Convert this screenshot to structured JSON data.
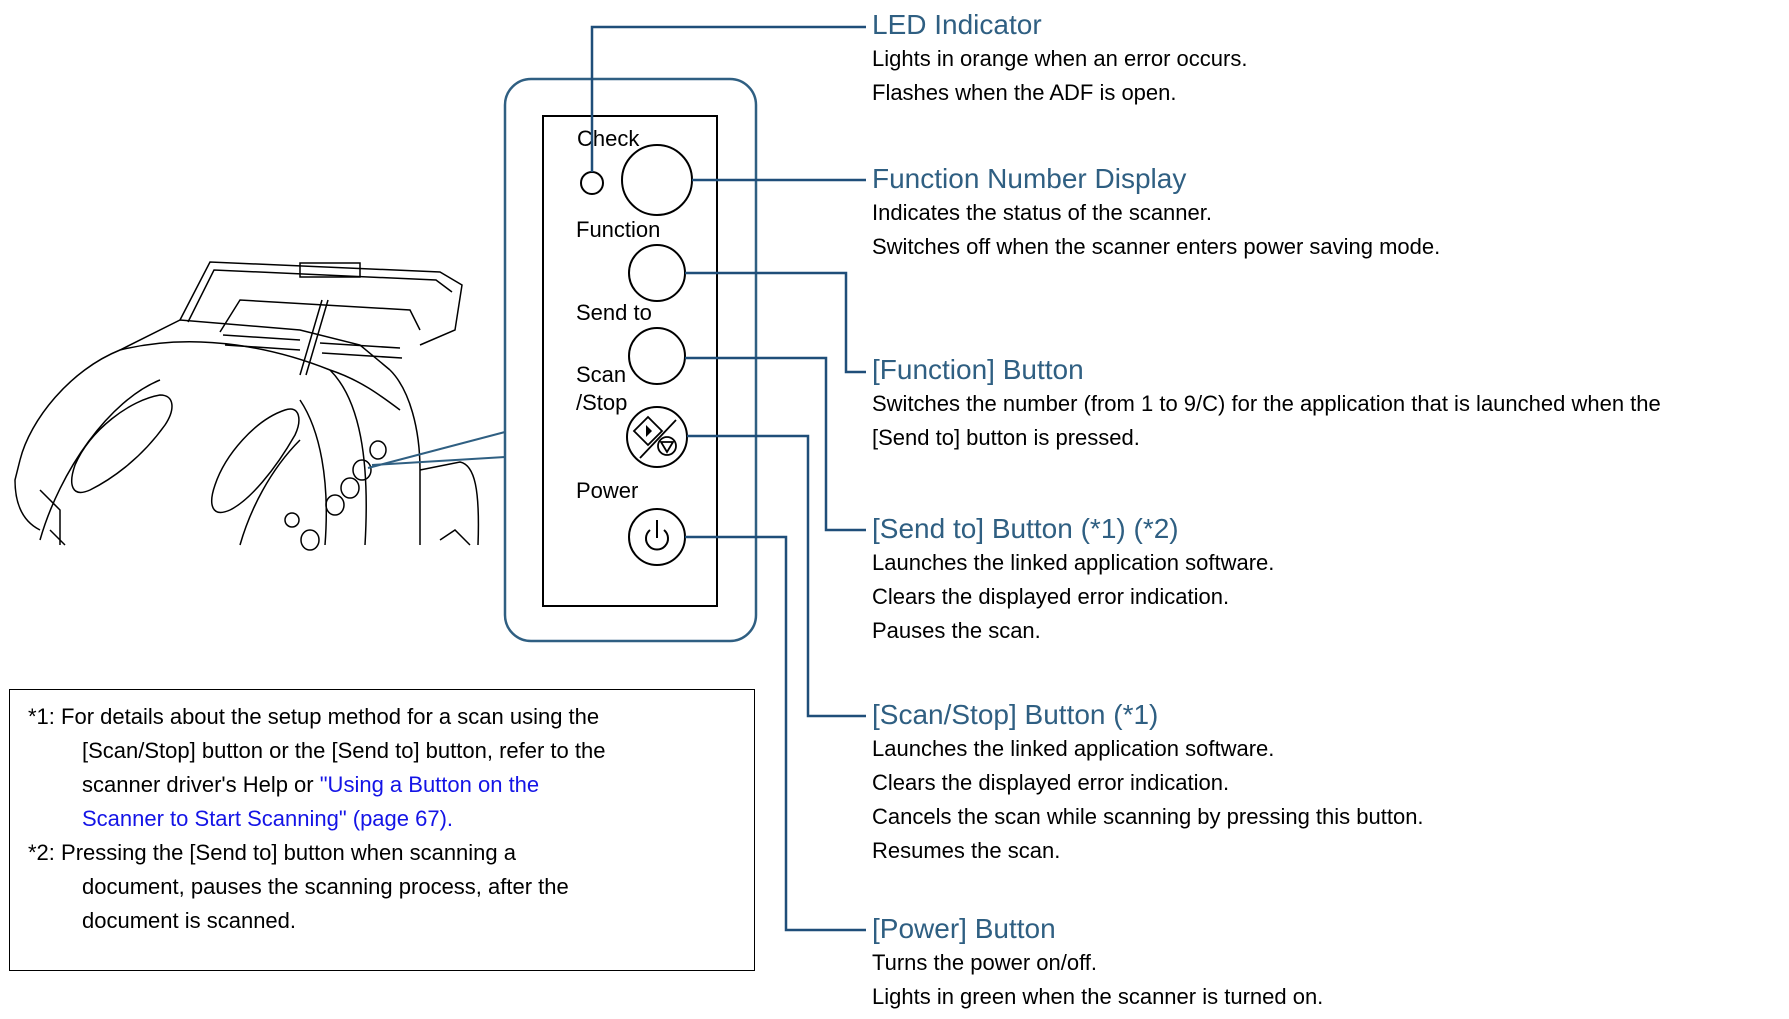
{
  "panel_labels": {
    "check": "Check",
    "function": "Function",
    "send_to": "Send to",
    "scan": "Scan",
    "stop": "/Stop",
    "power": "Power"
  },
  "descriptions": [
    {
      "title": "LED Indicator",
      "lines": [
        "Lights in orange when an error occurs.",
        "Flashes when the ADF is open."
      ]
    },
    {
      "title": "Function Number Display",
      "lines": [
        "Indicates the status of the scanner.",
        "Switches off when the scanner enters power saving mode."
      ]
    },
    {
      "title": "[Function] Button",
      "lines": [
        "Switches the number (from 1 to 9/C) for the application that is launched when the",
        "[Send to] button is pressed."
      ]
    },
    {
      "title": "[Send to] Button (*1) (*2)",
      "lines": [
        "Launches the linked application software.",
        "Clears the displayed error indication.",
        "Pauses the scan."
      ]
    },
    {
      "title": "[Scan/Stop] Button (*1)",
      "lines": [
        "Launches the linked application software.",
        "Clears the displayed error indication.",
        "Cancels the scan while scanning by pressing this button.",
        "Resumes the scan."
      ]
    },
    {
      "title": "[Power] Button",
      "lines": [
        "Turns the power on/off.",
        "Lights in green when the scanner is turned on."
      ]
    }
  ],
  "footnotes": {
    "fn1": {
      "line1": "*1: For details about the setup method for a scan using the",
      "line2": "[Scan/Stop] button or the [Send to] button, refer to the",
      "line3_text": "scanner driver's Help or ",
      "line3_link": "\"Using a Button on the",
      "line4_link": "Scanner to Start Scanning\" (page 67)."
    },
    "fn2": {
      "line1": "*2: Pressing the [Send to] button when scanning a",
      "line2": "document, pauses the scanning process, after the",
      "line3": "document is scanned."
    }
  },
  "colors": {
    "title": "#2f5f82",
    "leader_line": "#1f4e79",
    "link": "#1414e6",
    "panel_border": "#2f5f82"
  }
}
